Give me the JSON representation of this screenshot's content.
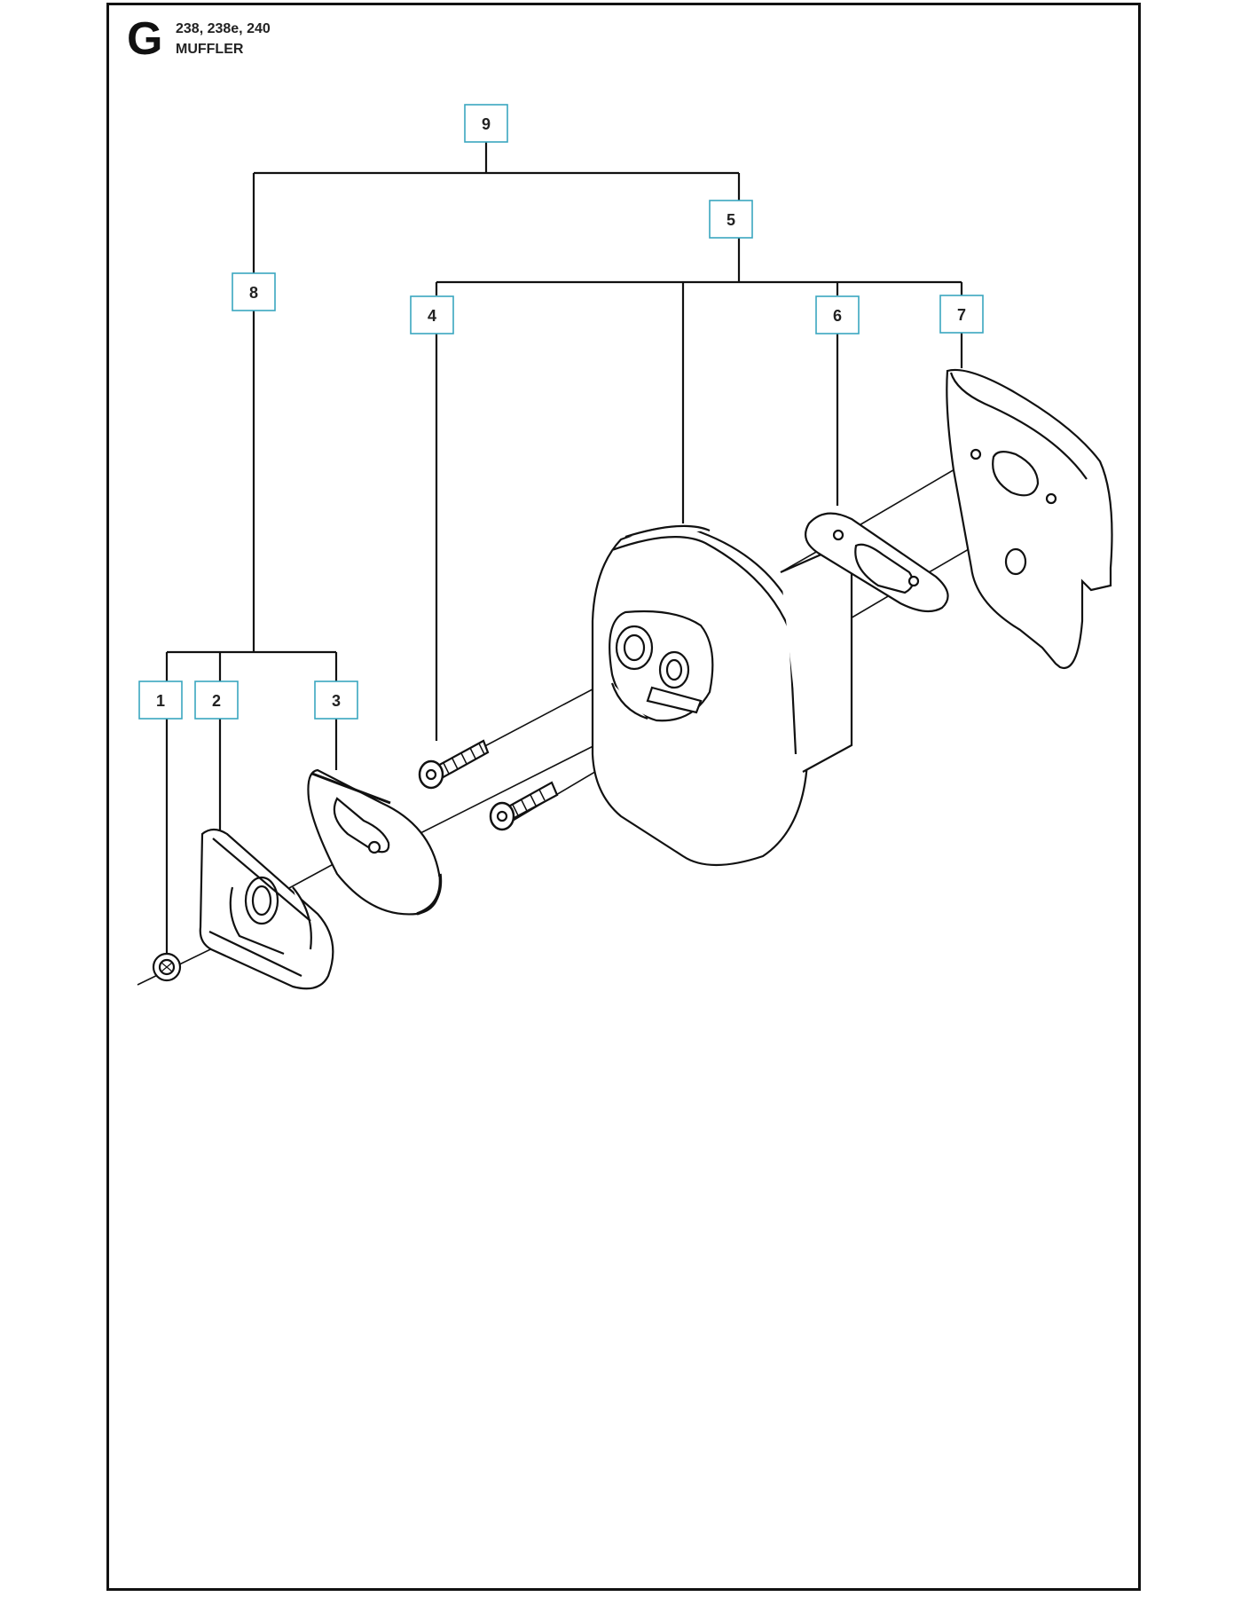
{
  "header": {
    "section": "G",
    "models": "238, 238e, 240",
    "title": "MUFFLER"
  },
  "callouts": [
    "9",
    "5",
    "8",
    "4",
    "6",
    "7",
    "1",
    "2",
    "3"
  ],
  "colors": {
    "callout_border": "#3aa6c0",
    "line": "#111111",
    "part_fill": "#ffffff"
  }
}
